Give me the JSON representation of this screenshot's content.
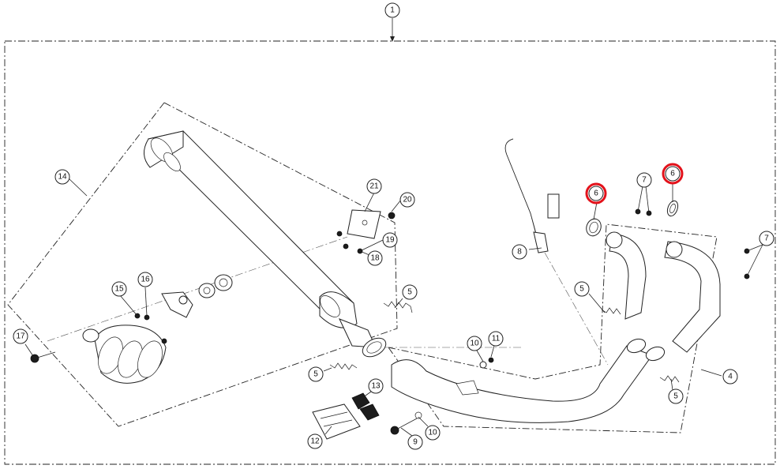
{
  "diagram": {
    "highlight_color": "#e3121b",
    "callouts": [
      {
        "id": "c1",
        "label": "1",
        "highlighted": false
      },
      {
        "id": "c14",
        "label": "14",
        "highlighted": false
      },
      {
        "id": "c21",
        "label": "21",
        "highlighted": false
      },
      {
        "id": "c20",
        "label": "20",
        "highlighted": false
      },
      {
        "id": "c19",
        "label": "19",
        "highlighted": false
      },
      {
        "id": "c18",
        "label": "18",
        "highlighted": false
      },
      {
        "id": "c16",
        "label": "16",
        "highlighted": false
      },
      {
        "id": "c15",
        "label": "15",
        "highlighted": false
      },
      {
        "id": "c17",
        "label": "17",
        "highlighted": false
      },
      {
        "id": "c5a",
        "label": "5",
        "highlighted": false
      },
      {
        "id": "c5b",
        "label": "5",
        "highlighted": false
      },
      {
        "id": "c8",
        "label": "8",
        "highlighted": false
      },
      {
        "id": "c6a",
        "label": "6",
        "highlighted": true
      },
      {
        "id": "c7a",
        "label": "7",
        "highlighted": false
      },
      {
        "id": "c6b",
        "label": "6",
        "highlighted": true
      },
      {
        "id": "c7b",
        "label": "7",
        "highlighted": false
      },
      {
        "id": "c5c",
        "label": "5",
        "highlighted": false
      },
      {
        "id": "c10a",
        "label": "10",
        "highlighted": false
      },
      {
        "id": "c11",
        "label": "11",
        "highlighted": false
      },
      {
        "id": "c4",
        "label": "4",
        "highlighted": false
      },
      {
        "id": "c5d",
        "label": "5",
        "highlighted": false
      },
      {
        "id": "c13",
        "label": "13",
        "highlighted": false
      },
      {
        "id": "c12",
        "label": "12",
        "highlighted": false
      },
      {
        "id": "c9",
        "label": "9",
        "highlighted": false
      },
      {
        "id": "c10b",
        "label": "10",
        "highlighted": false
      }
    ]
  }
}
